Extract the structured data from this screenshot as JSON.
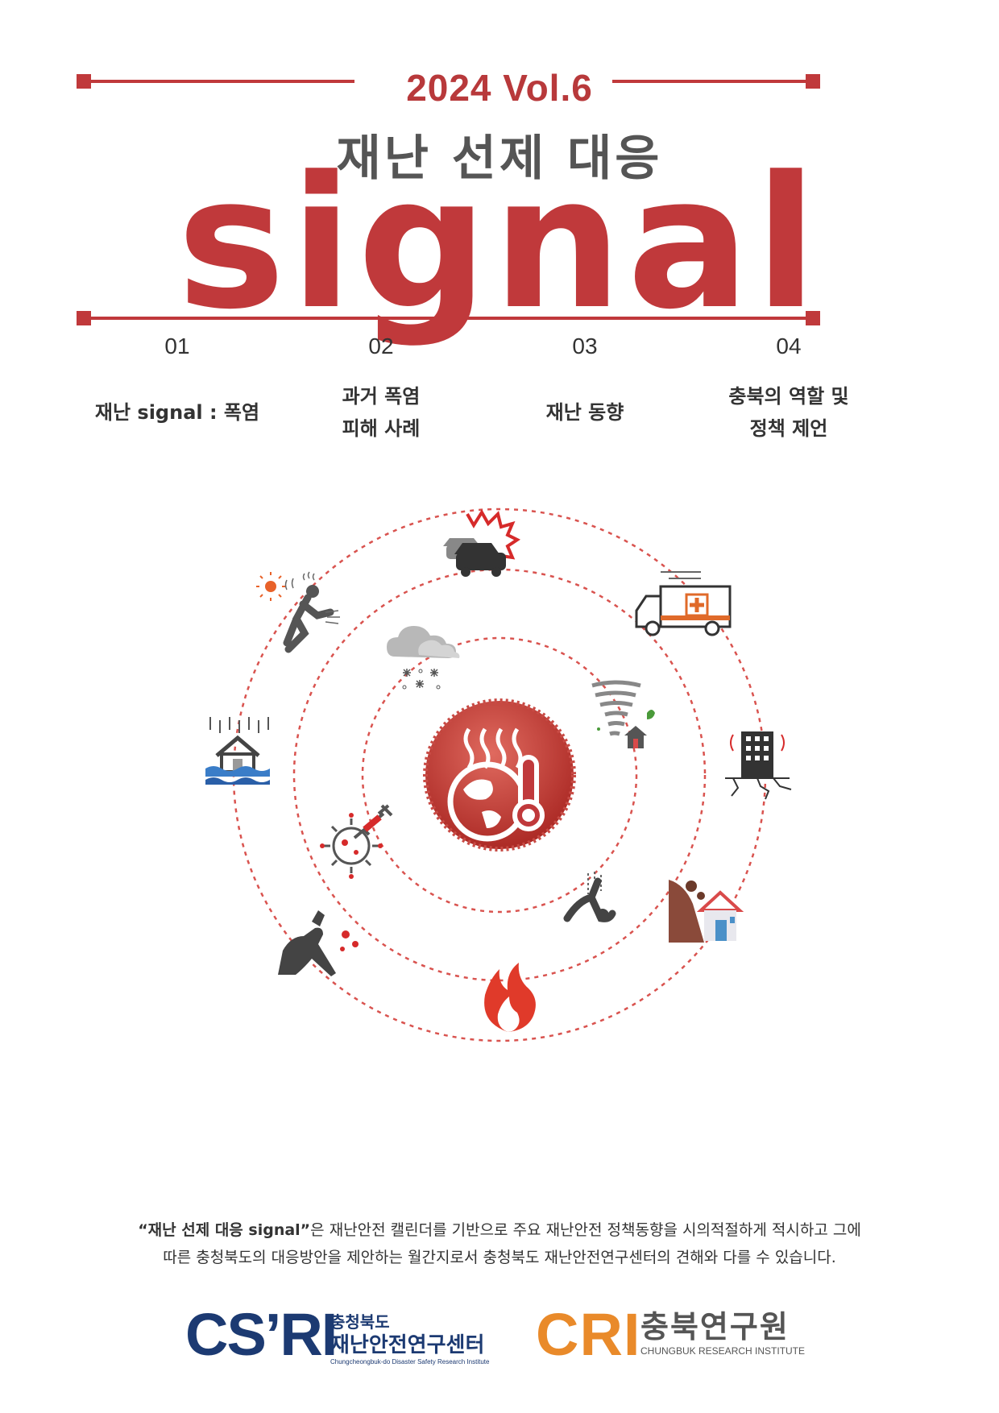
{
  "header": {
    "volume": "2024 Vol.6",
    "subtitle": "재난 선제 대응",
    "title": "signal"
  },
  "toc": [
    {
      "number": "01",
      "title": "재난 signal :  폭염"
    },
    {
      "number": "02",
      "title": "과거 폭염\n피해 사례"
    },
    {
      "number": "03",
      "title": "재난 동향"
    },
    {
      "number": "04",
      "title": "충북의 역할 및\n정책 제언"
    }
  ],
  "description": {
    "highlight": "“재난 선제 대응 signal”",
    "line1_rest": "은 재난안전 캘린더를 기반으로 주요 재난안전 정책동향을 시의적절하게 적시하고 그에",
    "line2": "따른 충청북도의 대응방안을 제안하는 월간지로서 충청북도 재난안전연구센터의 견해와 다를 수 있습니다."
  },
  "logos": {
    "csri": {
      "mark": "CS’RI",
      "line1": "충청북도",
      "line2": "재난안전연구센터",
      "line3": "Chungcheongbuk-do Disaster Safety Research Institute"
    },
    "cri": {
      "mark": "CRI",
      "line1": "충북연구원",
      "line2": "CHUNGBUK RESEARCH INSTITUTE"
    }
  },
  "colors": {
    "accent": "#c0393b",
    "gray": "#555555",
    "csri_blue": "#1c3a72",
    "cri_orange": "#e98a2a"
  },
  "icons": [
    "car-accident-icon",
    "ambulance-icon",
    "earthquake-building-icon",
    "landslide-icon",
    "fire-icon",
    "injury-icon",
    "falling-person-icon",
    "flood-icon",
    "heatstroke-worker-icon",
    "snow-cloud-icon",
    "tornado-icon",
    "virus-icon",
    "heatwave-globe-icon"
  ]
}
